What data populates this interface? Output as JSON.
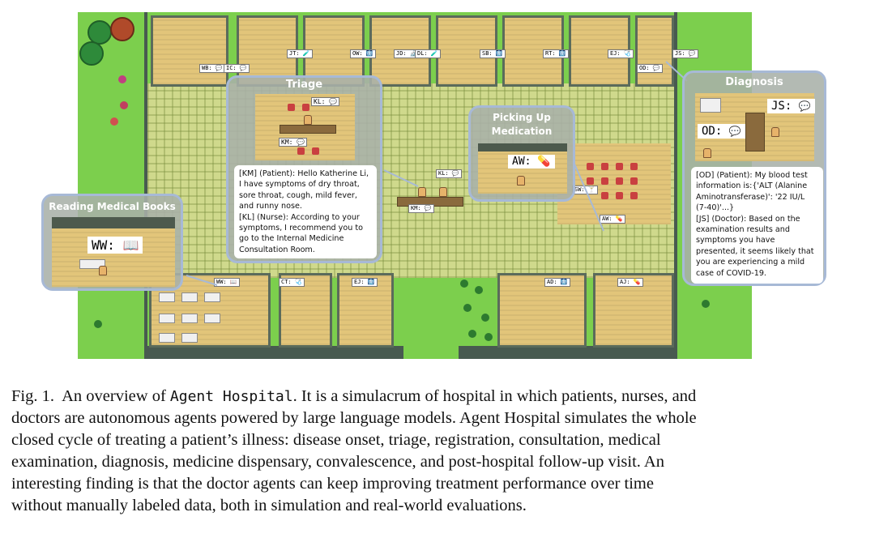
{
  "scene": {
    "top_rooms": [
      {
        "code": "WB: 💬",
        "code2": "IC: 💬"
      },
      {
        "code": "JT: 🧪"
      },
      {
        "code": "OW: 🩻"
      },
      {
        "code": "JD: 🔬"
      },
      {
        "code": "DL: 🧪"
      },
      {
        "code": "SB: 🩻"
      },
      {
        "code": "RT: 🩻"
      },
      {
        "code": "EJ: 🩺"
      },
      {
        "code": "OD: 💬"
      },
      {
        "code": "JS: 💬"
      }
    ],
    "hall_tags": {
      "kl": "KL: 💬",
      "km": "KM: 💬",
      "sw": "SW: 🍸",
      "aw": "AW: 💊"
    },
    "bottom_rooms": [
      {
        "code": "WW: 📖"
      },
      {
        "code": "CT: 🩺"
      },
      {
        "code": "EJ: 🩻"
      },
      {
        "code": "AD: 🩻"
      },
      {
        "code": "AJ: 💊"
      }
    ]
  },
  "panels": {
    "triage": {
      "title": "Triage",
      "kl_tag": "KL: 💬",
      "km_tag": "KM: 💬",
      "lines": [
        "[KM] (Patient): Hello Katherine Li,",
        "I have symptoms of dry throat,",
        "sore throat, cough, mild fever,",
        "and runny nose.",
        "[KL] (Nurse): According to your",
        "symptoms, I recommend you to",
        "go to the Internal Medicine",
        "Consultation Room."
      ]
    },
    "reading": {
      "title": "Reading Medical Books",
      "tag": "WW:",
      "icon": "📖"
    },
    "medication": {
      "title_line1": "Picking Up",
      "title_line2": "Medication",
      "tag": "AW:",
      "icon": "💊"
    },
    "diagnosis": {
      "title": "Diagnosis",
      "js_tag": "JS:",
      "od_tag": "OD:",
      "icon": "💬",
      "lines": [
        "[OD] (Patient): My blood test",
        "information is:{'ALT (Alanine",
        "Aminotransferase)': '22 IU/L",
        "(7-40)'...}",
        "[JS] (Doctor): Based on the",
        "examination results and",
        "symptoms you have",
        "presented, it seems likely that",
        "you are experiencing a mild",
        "case of COVID-19."
      ]
    }
  },
  "caption": {
    "fig": "Fig. 1.",
    "l1_a": "An overview of",
    "l1_mono": "Agent Hospital",
    "l1_b": ". It is a simulacrum of hospital in which patients, nurses, and",
    "l2": "doctors are autonomous agents powered by large language models. Agent Hospital simulates the whole",
    "l3": "closed cycle of treating a patient’s illness: disease onset, triage, registration, consultation, medical",
    "l4": "examination, diagnosis, medicine dispensary, convalescence, and post-hospital follow-up visit. An",
    "l5": "interesting finding is that the doctor agents can keep improving treatment performance over time",
    "l6": "without manually labeled data, both in simulation and real-world evaluations."
  }
}
